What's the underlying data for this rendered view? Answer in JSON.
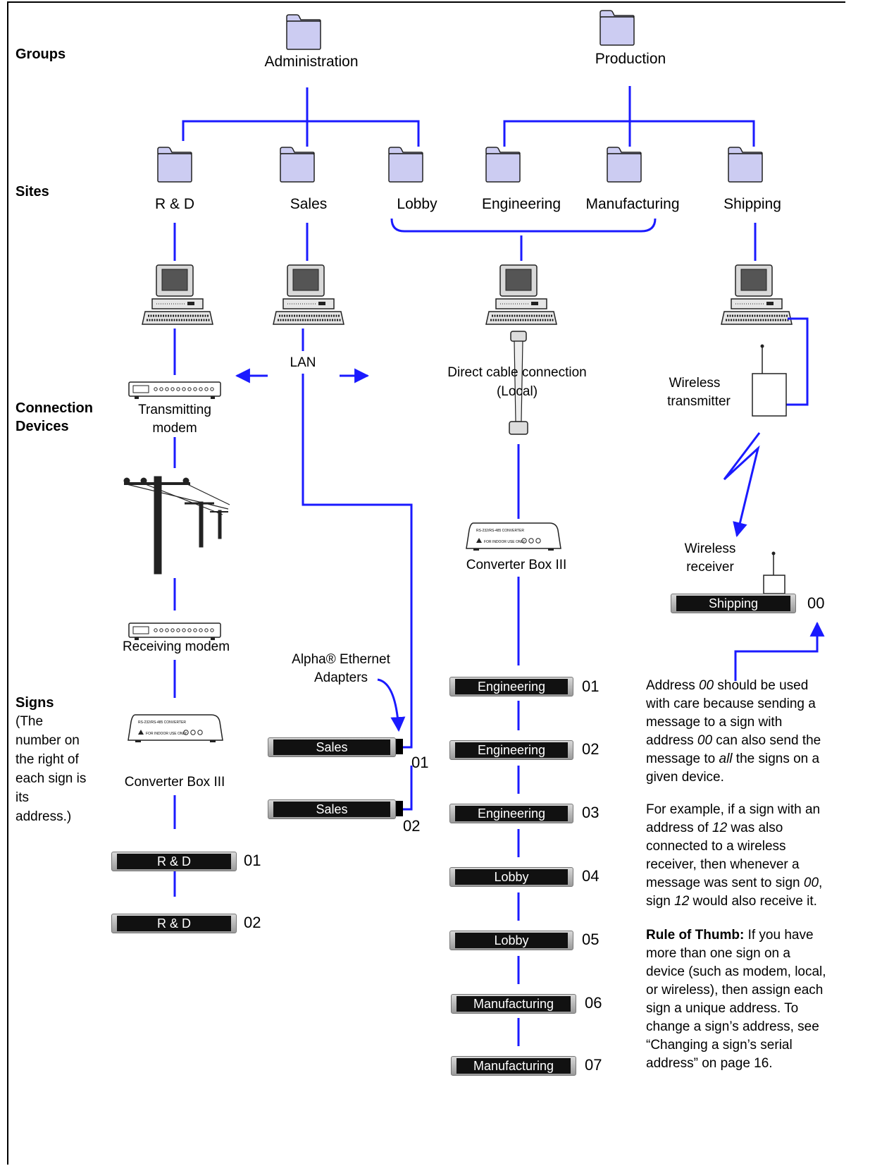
{
  "levels": {
    "groups": "Groups",
    "sites": "Sites",
    "connection_line1": "Connection",
    "connection_line2": "Devices",
    "signs": "Signs",
    "signs_note_lines": [
      "(The",
      "number on",
      "the right of",
      "each sign is",
      "its",
      "address.)"
    ]
  },
  "groups": [
    "Administration",
    "Production"
  ],
  "sites": [
    "R & D",
    "Sales",
    "Lobby",
    "Engineering",
    "Manufacturing",
    "Shipping"
  ],
  "devices": {
    "lan": "LAN",
    "direct_line1": "Direct cable connection",
    "direct_line2": "(Local)",
    "transmitting_line1": "Transmitting",
    "transmitting_line2": "modem",
    "receiving_modem": "Receiving modem",
    "converter_left": "Converter Box III",
    "converter_mid": "Converter Box III",
    "ethernet_line1": "Alpha® Ethernet",
    "ethernet_line2": "Adapters",
    "wireless_tx_line1": "Wireless",
    "wireless_tx_line2": "transmitter",
    "wireless_rx_line1": "Wireless",
    "wireless_rx_line2": "receiver",
    "converter_text": "RS-232/RS-485 CONVERTER",
    "converter_warning": "FOR INDOOR USE ONLY"
  },
  "signs": {
    "rd": [
      {
        "label": "R & D",
        "address": "01"
      },
      {
        "label": "R & D",
        "address": "02"
      }
    ],
    "sales": [
      {
        "label": "Sales",
        "address": "01"
      },
      {
        "label": "Sales",
        "address": "02"
      }
    ],
    "local": [
      {
        "label": "Engineering",
        "address": "01"
      },
      {
        "label": "Engineering",
        "address": "02"
      },
      {
        "label": "Engineering",
        "address": "03"
      },
      {
        "label": "Lobby",
        "address": "04"
      },
      {
        "label": "Lobby",
        "address": "05"
      },
      {
        "label": "Manufacturing",
        "address": "06"
      },
      {
        "label": "Manufacturing",
        "address": "07"
      }
    ],
    "shipping": {
      "label": "Shipping",
      "address": "00"
    }
  },
  "notes": {
    "p1_a": "Address ",
    "p1_addr1": "00",
    "p1_b": " should be used with care because sending a message to a sign with address ",
    "p1_addr2": "00",
    "p1_c": " can also send the message to ",
    "p1_all": "all",
    "p1_d": " the signs on a given device.",
    "p2_a": "For example, if a sign with an address of ",
    "p2_n1": "12",
    "p2_b": " was also connected to a wireless receiver, then whenever a message was sent to sign ",
    "p2_n2": "00",
    "p2_c": ", sign ",
    "p2_n3": "12",
    "p2_d": " would also receive it.",
    "p3_title": "Rule of Thumb:",
    "p3_body": " If you have more than one sign on a device (such as modem, local, or wireless), then assign each sign a unique address. To change a sign’s address, see “Changing a sign’s serial address” on page 16."
  },
  "colors": {
    "wire": "#1a1aff",
    "sign_face": "#111111",
    "folder": "#ccccf2"
  }
}
